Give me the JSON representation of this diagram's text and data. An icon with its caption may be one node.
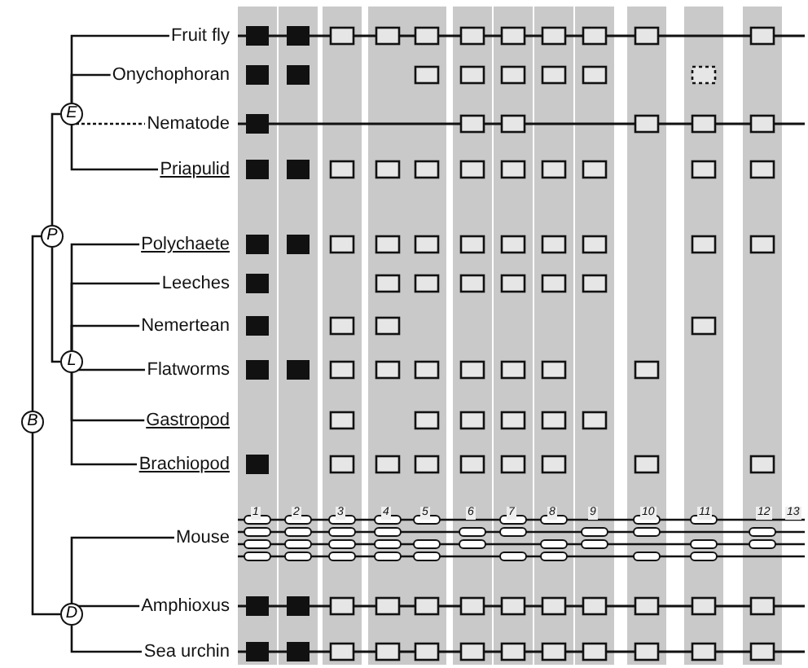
{
  "diagram": {
    "nodes": [
      {
        "text": [
          "Fruit fly"
        ]
      },
      {
        "text": [
          "Onychophoran"
        ]
      },
      {
        "text": [
          "Nematode"
        ]
      },
      {
        "text": [
          "Priapulid"
        ]
      },
      {
        "text": [
          "Polychaete"
        ]
      },
      {
        "text": [
          "Leeches"
        ]
      },
      {
        "text": [
          "Nemertean"
        ]
      },
      {
        "text": [
          "Flatworms"
        ]
      },
      {
        "text": [
          "Gastropod"
        ]
      },
      {
        "text": [
          "Brachiopod"
        ]
      },
      {
        "text": [
          "Mouse"
        ]
      },
      {
        "text": [
          "Amphioxus"
        ]
      },
      {
        "text": [
          "Sea urchin"
        ]
      },
      {
        "text": [
          "E"
        ]
      },
      {
        "text": [
          "P"
        ]
      },
      {
        "text": [
          "L"
        ]
      },
      {
        "text": [
          "B"
        ]
      },
      {
        "text": [
          "D"
        ]
      }
    ],
    "edges": [
      {
        "from": 13,
        "to": 0,
        "arrow": "none"
      },
      {
        "from": 13,
        "to": 1,
        "arrow": "none"
      },
      {
        "from": 13,
        "to": 2,
        "arrow": "none",
        "style": "dashed"
      },
      {
        "from": 13,
        "to": 3,
        "arrow": "none"
      },
      {
        "from": 14,
        "to": 13,
        "arrow": "none"
      },
      {
        "from": 14,
        "to": 15,
        "arrow": "none"
      },
      {
        "from": 15,
        "to": 4,
        "arrow": "none"
      },
      {
        "from": 15,
        "to": 5,
        "arrow": "none"
      },
      {
        "from": 15,
        "to": 6,
        "arrow": "none"
      },
      {
        "from": 15,
        "to": 7,
        "arrow": "none"
      },
      {
        "from": 15,
        "to": 8,
        "arrow": "none"
      },
      {
        "from": 15,
        "to": 9,
        "arrow": "none"
      },
      {
        "from": 16,
        "to": 14,
        "arrow": "none"
      },
      {
        "from": 16,
        "to": 17,
        "arrow": "none"
      },
      {
        "from": 17,
        "to": 10,
        "arrow": "none"
      },
      {
        "from": 17,
        "to": 11,
        "arrow": "none"
      },
      {
        "from": 17,
        "to": 12,
        "arrow": "none"
      }
    ],
    "labels": [
      "1",
      "2",
      "3",
      "4",
      "5",
      "6",
      "7",
      "8",
      "9",
      "10",
      "11",
      "12",
      "13"
    ]
  }
}
